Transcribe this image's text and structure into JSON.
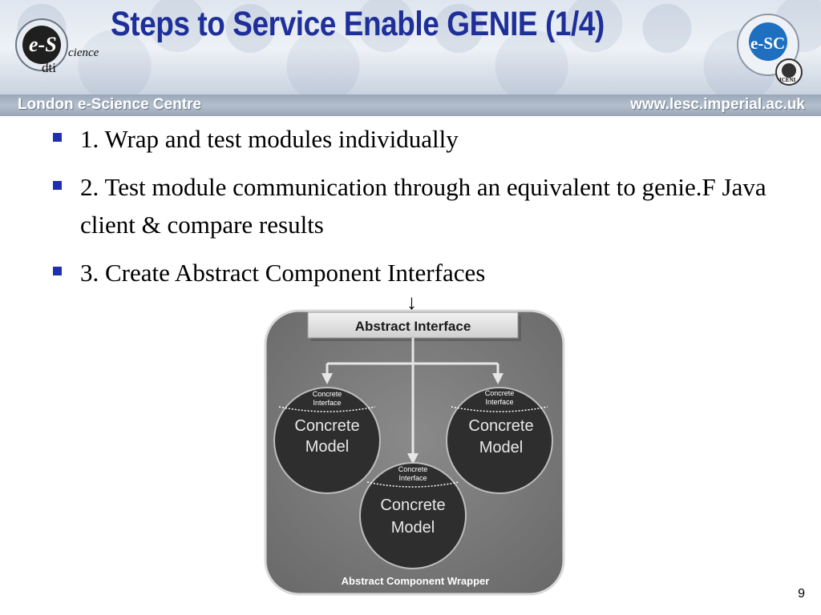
{
  "header": {
    "title": "Steps to Service Enable GENIE (1/4)",
    "band_left": "London e-Science Centre",
    "band_right": "www.lesc.imperial.ac.uk",
    "logo_left": {
      "main": "e-S",
      "suffix": "cience",
      "sub": "dti"
    },
    "logo_right": {
      "main": "e-SC",
      "badge": "ICENI"
    }
  },
  "bullets": [
    "1. Wrap and test modules individually",
    "2. Test module communication through an equivalent to genie.F Java client & compare results",
    "3. Create Abstract Component Interfaces"
  ],
  "diagram": {
    "top_arrow": "↓",
    "abstract_interface": "Abstract Interface",
    "models": [
      {
        "interface_line1": "Concrete",
        "interface_line2": "Interface",
        "model_line1": "Concrete",
        "model_line2": "Model"
      },
      {
        "interface_line1": "Concrete",
        "interface_line2": "Interface",
        "model_line1": "Concrete",
        "model_line2": "Model"
      },
      {
        "interface_line1": "Concrete",
        "interface_line2": "Interface",
        "model_line1": "Concrete",
        "model_line2": "Model"
      }
    ],
    "wrapper_label": "Abstract Component Wrapper"
  },
  "page_number": "9",
  "colors": {
    "title": "#1f2f9a",
    "bullet_mark": "#1f2fb0",
    "wrapper_bg": "#7d7d7d",
    "circle_fill": "#2e2e2e"
  }
}
